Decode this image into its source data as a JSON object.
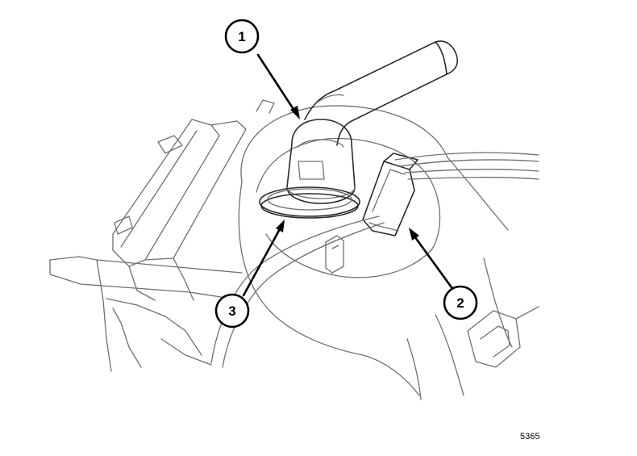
{
  "callouts": [
    {
      "label": "1"
    },
    {
      "label": "2"
    },
    {
      "label": "3"
    }
  ],
  "figure_number": "5365",
  "colors": {
    "line": "#6f6f6f",
    "ink": "#000000",
    "background": "#ffffff"
  }
}
